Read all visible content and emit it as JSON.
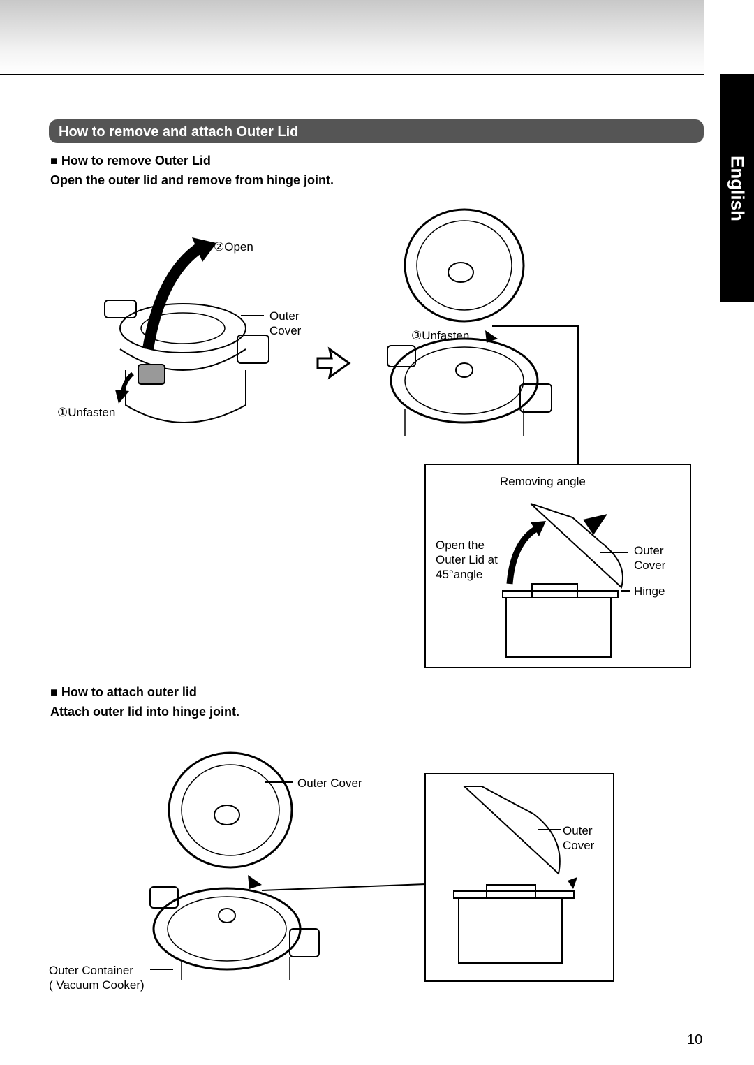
{
  "side_tab": "English",
  "section_title": "How to remove and attach Outer Lid",
  "remove": {
    "heading": "■ How to remove Outer Lid",
    "instruction": "Open the outer lid and remove from hinge joint.",
    "labels": {
      "open": "②Open",
      "outer_cover": "Outer\nCover",
      "unfasten1": "①Unfasten",
      "unfasten3": "③Unfasten"
    },
    "removing_angle": {
      "title": "Removing angle",
      "note": "Open the\nOuter Lid at\n45°angle",
      "outer_cover": "Outer\nCover",
      "hinge": "Hinge"
    }
  },
  "attach": {
    "heading": "■ How to attach outer lid",
    "instruction": "Attach outer lid into hinge joint.",
    "labels": {
      "outer_cover": "Outer Cover",
      "outer_container": "Outer Container\n( Vacuum Cooker)",
      "detail_outer_cover": "Outer\nCover"
    }
  },
  "page_number": "10"
}
